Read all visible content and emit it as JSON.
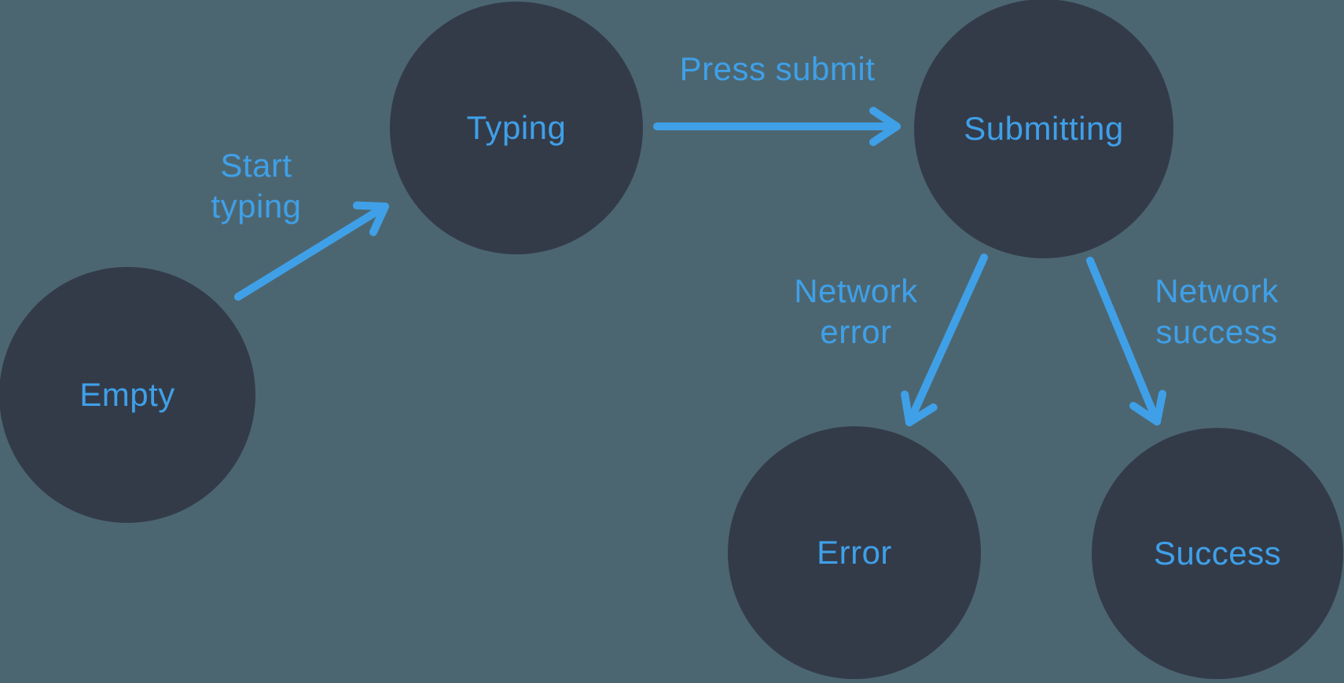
{
  "colors": {
    "background": "#4C6671",
    "state_fill": "#333B49",
    "accent": "#3FA0E8"
  },
  "diagram": {
    "type": "state-machine",
    "states": [
      {
        "id": "empty",
        "label": "Empty"
      },
      {
        "id": "typing",
        "label": "Typing"
      },
      {
        "id": "submitting",
        "label": "Submitting"
      },
      {
        "id": "error",
        "label": "Error"
      },
      {
        "id": "success",
        "label": "Success"
      }
    ],
    "transitions": [
      {
        "id": "start-typing",
        "from": "empty",
        "to": "typing",
        "label_lines": [
          "Start",
          "typing"
        ]
      },
      {
        "id": "press-submit",
        "from": "typing",
        "to": "submitting",
        "label_lines": [
          "Press submit"
        ]
      },
      {
        "id": "network-error",
        "from": "submitting",
        "to": "error",
        "label_lines": [
          "Network",
          "error"
        ]
      },
      {
        "id": "network-success",
        "from": "submitting",
        "to": "success",
        "label_lines": [
          "Network",
          "success"
        ]
      }
    ]
  }
}
